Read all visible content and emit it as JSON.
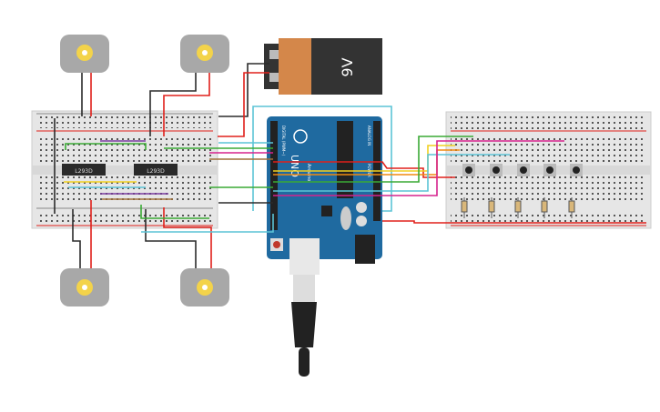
{
  "components": {
    "driver_chips": [
      {
        "label": "L293D"
      },
      {
        "label": "L293D"
      }
    ],
    "battery": {
      "label": "9V"
    },
    "arduino": {
      "model": "UNO",
      "brand": "Arduino",
      "digital_header": "DIGITAL (PWM~)",
      "analog_header": "ANALOG IN",
      "power_header": "POWER"
    },
    "motor_count": 4,
    "pushbutton_count": 5,
    "resistor_count": 5
  },
  "colors": {
    "board": "#1f6aa0",
    "breadboard": "#e8e8e8",
    "battery_orange": "#d4874a",
    "wire_red": "#e0201b",
    "wire_black": "#2b2b2b",
    "wire_green": "#3aaa35",
    "wire_cyan": "#5bc4d6",
    "wire_magenta": "#d6238e",
    "wire_brown": "#a0703a",
    "wire_yellow": "#f0d020",
    "wire_orange": "#f08a10",
    "wire_purple": "#7a3da0",
    "wire_blue": "#2a8ad4"
  }
}
